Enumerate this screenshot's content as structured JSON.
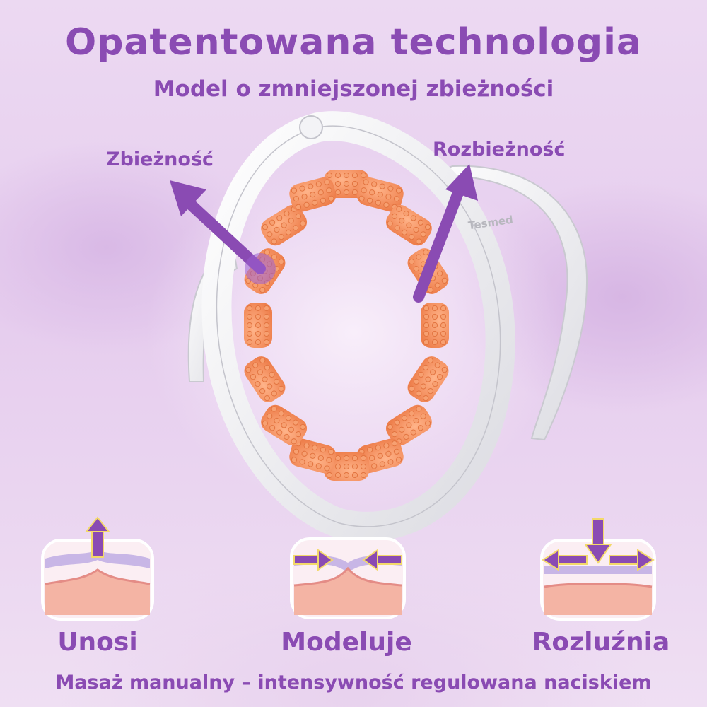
{
  "header": {
    "title": "Opatentowana technologia",
    "subtitle": "Model o zmniejszonej zbieżności"
  },
  "device": {
    "label_left": "Zbieżność",
    "label_right": "Rozbieżność",
    "brand": "Tesmed"
  },
  "effects": [
    {
      "label": "Unosi"
    },
    {
      "label": "Modeluje"
    },
    {
      "label": "Rozluźnia"
    }
  ],
  "footer": {
    "text": "Masaż manualny – intensywność regulowana naciskiem"
  },
  "colors": {
    "accent": "#8a4bb3",
    "roller": "#f3905f",
    "frame": "#f7f7f9",
    "arrow": "#8a4bb3",
    "arrow_outline": "#f3d96a"
  }
}
